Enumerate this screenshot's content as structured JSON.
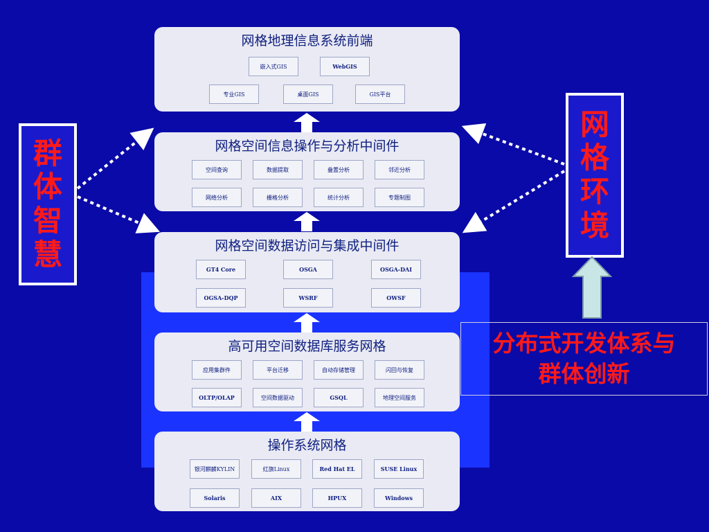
{
  "layers": [
    {
      "title": "网格地理信息系统前端",
      "rows": [
        [
          "嵌入式GIS",
          "WebGIS"
        ],
        [
          "专业GIS",
          "桌面GIS",
          "GIS平台"
        ]
      ]
    },
    {
      "title": "网格空间信息操作与分析中间件",
      "rows": [
        [
          "空间查询",
          "数据提取",
          "叠置分析",
          "邻近分析"
        ],
        [
          "网络分析",
          "栅格分析",
          "统计分析",
          "专题制图"
        ]
      ]
    },
    {
      "title": "网格空间数据访问与集成中间件",
      "rows": [
        [
          "GT4 Core",
          "OSGA",
          "OSGA-DAI"
        ],
        [
          "OGSA-DQP",
          "WSRF",
          "OWSF"
        ]
      ]
    },
    {
      "title": "高可用空间数据库服务网格",
      "rows": [
        [
          "应用集群件",
          "平台迁移",
          "自动存储管理",
          "闪回与恢复"
        ],
        [
          "OLTP/OLAP",
          "空间数据驱动",
          "GSQL",
          "地理空间服务"
        ]
      ]
    },
    {
      "title": "操作系统网格",
      "rows": [
        [
          "银河麒麟KYLIN",
          "红旗Linux",
          "Red Hat EL",
          "SUSE Linux"
        ],
        [
          "Solaris",
          "AIX",
          "HPUX",
          "Windows"
        ]
      ]
    }
  ],
  "left_label": [
    "群",
    "体",
    "智",
    "慧"
  ],
  "right_label": [
    "网",
    "格",
    "环",
    "境"
  ],
  "bottom_caption": [
    "分布式开发体系与",
    "群体创新"
  ],
  "colors": {
    "background": "#0a0aa8",
    "panel": "#1a33ff",
    "layer": "#e9eaf3",
    "accent_red": "#ff1a1a",
    "arrow_fill": "#c8e6e6"
  }
}
